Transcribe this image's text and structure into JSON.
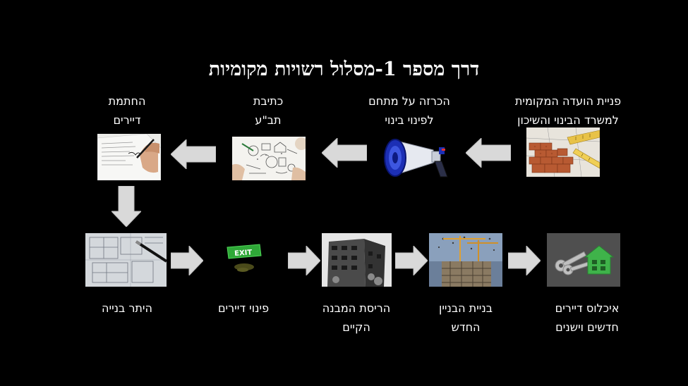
{
  "title": "דרך מספר 1-מסלול רשויות מקומיות",
  "steps": [
    {
      "line1": "פניית הועדה המקומית",
      "line2": "למשרד הבינוי והשיכון",
      "icon": "bricks-and-ruler-icon"
    },
    {
      "line1": "הכרזה על מתחם",
      "line2": "לפינוי בינוי",
      "icon": "megaphone-icon"
    },
    {
      "line1": "כתיבת",
      "line2": "תב\"ע",
      "icon": "sketch-plan-icon"
    },
    {
      "line1": "החתמת",
      "line2": "דיירים",
      "icon": "signing-document-icon"
    },
    {
      "line1": "היתר בנייה",
      "line2": "",
      "icon": "blueprint-pen-icon"
    },
    {
      "line1": "פינוי דיירים",
      "line2": "",
      "icon": "exit-sign-icon",
      "exit_text": "EXIT"
    },
    {
      "line1": "הריסת המבנה",
      "line2": "הקיים",
      "icon": "demolition-building-icon"
    },
    {
      "line1": "בניית הבניין",
      "line2": "החדש",
      "icon": "construction-crane-icon"
    },
    {
      "line1": "איכלוס דיירים",
      "line2": "חדשים וישנים",
      "icon": "house-keys-icon"
    }
  ],
  "colors": {
    "background": "#000000",
    "arrow": "#d9d9d9",
    "text": "#ffffff"
  }
}
